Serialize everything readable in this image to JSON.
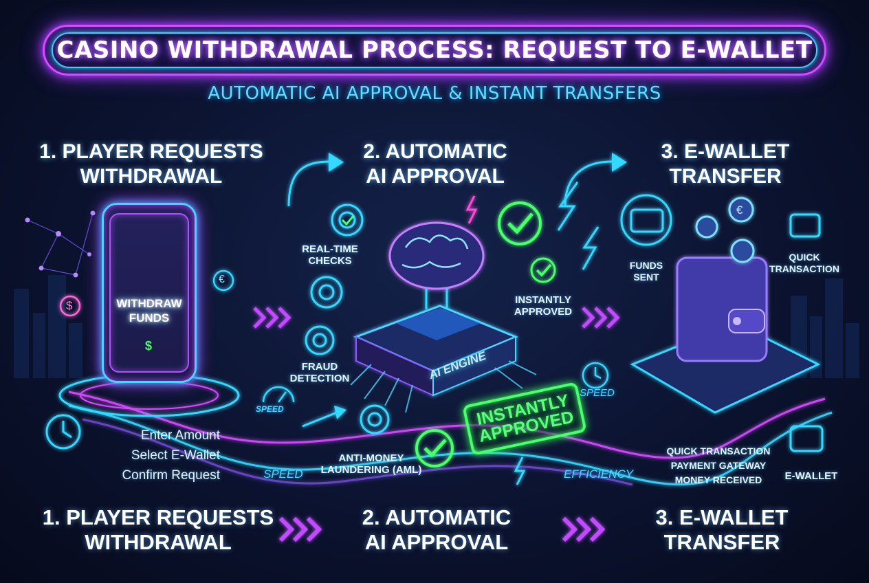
{
  "title": "CASINO WITHDRAWAL PROCESS: REQUEST TO E-WALLET",
  "subtitle": "AUTOMATIC AI APPROVAL & INSTANT TRANSFERS",
  "steps": [
    {
      "line1": "1. PLAYER REQUESTS",
      "line2": "WITHDRAWAL"
    },
    {
      "line1": "2. AUTOMATIC",
      "line2": "AI APPROVAL"
    },
    {
      "line1": "3. E-WALLET",
      "line2": "TRANSFER"
    }
  ],
  "phone": {
    "line1": "WITHDRAW",
    "line2": "FUNDS"
  },
  "request_steps": [
    "Enter Amount",
    "Select E-Wallet",
    "Confirm Request"
  ],
  "ai_labels": {
    "realtime_1": "REAL-TIME",
    "realtime_2": "CHECKS",
    "fraud_1": "FRAUD",
    "fraud_2": "DETECTION",
    "aml_1": "ANTI-MONEY",
    "aml_2": "LAUNDERING (AML)",
    "approved_1": "INSTANTLY",
    "approved_2": "APPROVED",
    "engine": "AI ENGINE",
    "stamp_1": "INSTANTLY",
    "stamp_2": "APPROVED"
  },
  "wallet_labels": {
    "funds_1": "FUNDS",
    "funds_2": "SENT",
    "quick_1": "QUICK",
    "quick_2": "TRANSACTION",
    "list": [
      "QUICK TRANSACTION",
      "PAYMENT GATEWAY",
      "MONEY RECEIVED"
    ],
    "ewallet": "E-WALLET"
  },
  "flow_labels": {
    "speed_small": "SPEED",
    "speed_main": "SPEED",
    "speed_right": "SPEED",
    "efficiency": "EFFICIENCY"
  },
  "icons": {
    "dollar": "$",
    "euro": "€"
  },
  "colors": {
    "cyan": "#35d8ff",
    "magenta": "#d64bff",
    "green": "#4bff6d",
    "background": "#0b1330"
  }
}
